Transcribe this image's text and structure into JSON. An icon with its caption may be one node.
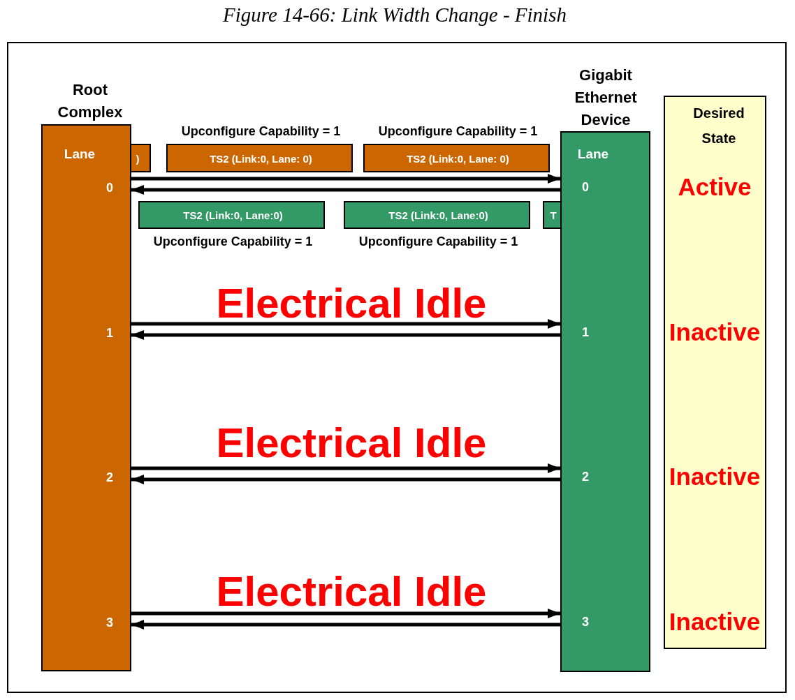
{
  "diagram": {
    "title": "Figure 14-66: Link Width Change - Finish",
    "nodes": [
      {
        "text": [
          "Root Complex",
          "Lane",
          "0",
          "1",
          "2",
          "3"
        ]
      },
      {
        "text": [
          "Gigabit Ethernet Device",
          "Lane",
          "0",
          "1",
          "2",
          "3"
        ]
      },
      {
        "text": [
          "Desired State",
          "Active",
          "Inactive",
          "Inactive",
          "Inactive"
        ]
      },
      {
        "text": [
          ")"
        ]
      },
      {
        "text": [
          "TS2 (Link:0, Lane: 0)"
        ],
        "beside": [
          "Upconfigure Capability = 1"
        ]
      },
      {
        "text": [
          "TS2 (Link:0, Lane: 0)"
        ],
        "beside": [
          "Upconfigure Capability = 1"
        ]
      },
      {
        "text": [
          "TS2 (Link:0, Lane:0)"
        ],
        "beside": [
          "Upconfigure Capability = 1"
        ]
      },
      {
        "text": [
          "TS2 (Link:0, Lane:0)"
        ],
        "beside": [
          "Upconfigure Capability = 1"
        ]
      },
      {
        "text": [
          "T"
        ]
      }
    ],
    "edges": [
      {
        "from": 0,
        "to": 1,
        "arrow": "to"
      },
      {
        "from": 1,
        "to": 0,
        "arrow": "to"
      },
      {
        "from": 0,
        "to": 1,
        "arrow": "to"
      },
      {
        "from": 1,
        "to": 0,
        "arrow": "to"
      },
      {
        "from": 0,
        "to": 1,
        "arrow": "to"
      },
      {
        "from": 1,
        "to": 0,
        "arrow": "to"
      },
      {
        "from": 0,
        "to": 1,
        "arrow": "to"
      },
      {
        "from": 1,
        "to": 0,
        "arrow": "to"
      }
    ],
    "labels": [
      "Electrical Idle",
      "Electrical Idle",
      "Electrical Idle"
    ]
  }
}
